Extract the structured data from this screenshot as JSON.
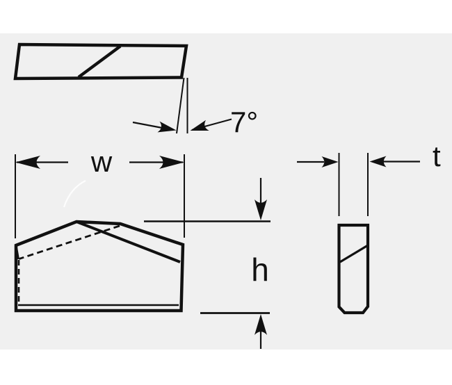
{
  "labels": {
    "width": "w",
    "height": "h",
    "thickness": "t",
    "angle": "7°"
  },
  "colors": {
    "page": "#ffffff",
    "background": "#f0f0f0",
    "line": "#111111"
  }
}
